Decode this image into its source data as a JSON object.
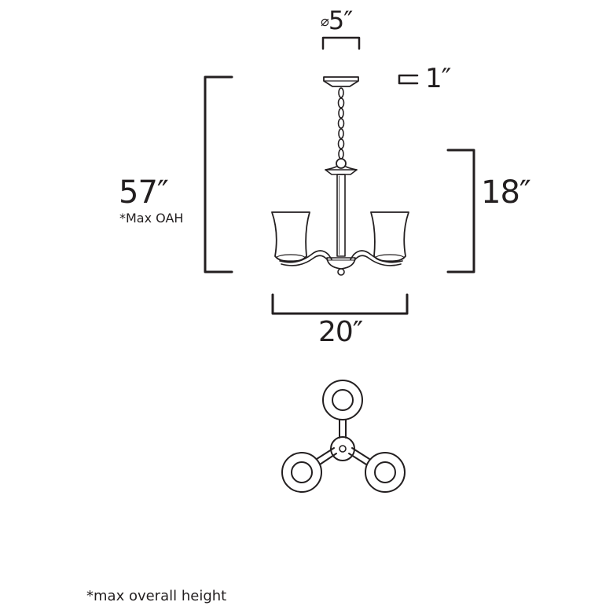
{
  "colors": {
    "line": "#231f20",
    "background": "#ffffff"
  },
  "dimensions": {
    "canopy_diameter": "5″",
    "canopy_diameter_symbol": "⌀",
    "canopy_height": "1″",
    "max_height": "57″",
    "max_height_note": "*Max OAH",
    "body_height": "18″",
    "width": "20″"
  },
  "footnote": "*max overall height"
}
